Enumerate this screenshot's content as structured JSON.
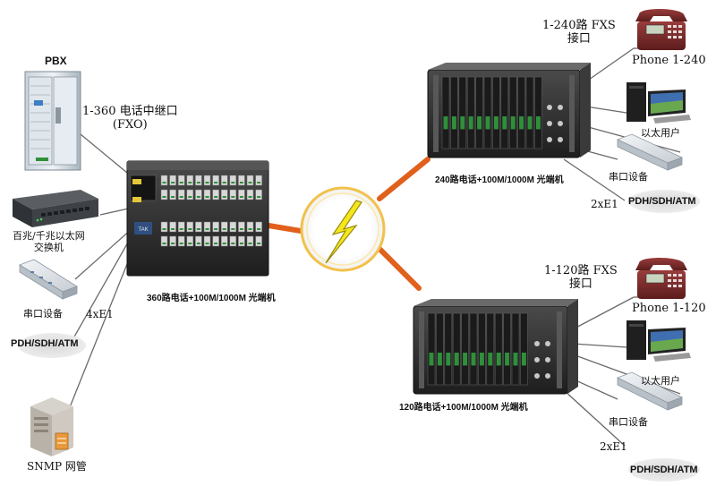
{
  "labels": {
    "pbx": "PBX",
    "trunk_line1": "1-360 电话中继口",
    "trunk_line2": "(FXO)",
    "switch_line1": "百兆/千兆以太网",
    "switch_line2": "交换机",
    "serial_left": "串口设备",
    "e1_left": "4xE1",
    "pdh_left": "PDH/SDH/ATM",
    "snmp": "SNMP 网管",
    "central_device": "360路电话+100M/1000M 光端机",
    "top_fxs_line1": "1-240路 FXS",
    "top_fxs_line2": "接口",
    "top_phone": "Phone 1-240",
    "top_ethernet": "以太用户",
    "top_serial": "串口设备",
    "top_e1": "2xE1",
    "top_pdh": "PDH/SDH/ATM",
    "top_device": "240路电话+100M/1000M 光端机",
    "bottom_fxs_line1": "1-120路 FXS",
    "bottom_fxs_line2": "接口",
    "bottom_phone": "Phone 1-120",
    "bottom_ethernet": "以太用户",
    "bottom_serial": "串口设备",
    "bottom_e1": "2xE1",
    "bottom_pdh": "PDH/SDH/ATM",
    "bottom_device": "120路电话+100M/1000M 光端机",
    "brand": "TAK"
  },
  "colors": {
    "link_orange": "#e0601c",
    "lightning_yellow": "#f4e81c",
    "line_gray": "#6a6a6a",
    "device_dark": "#2a2a2a",
    "port_green": "#2f8f3a"
  }
}
